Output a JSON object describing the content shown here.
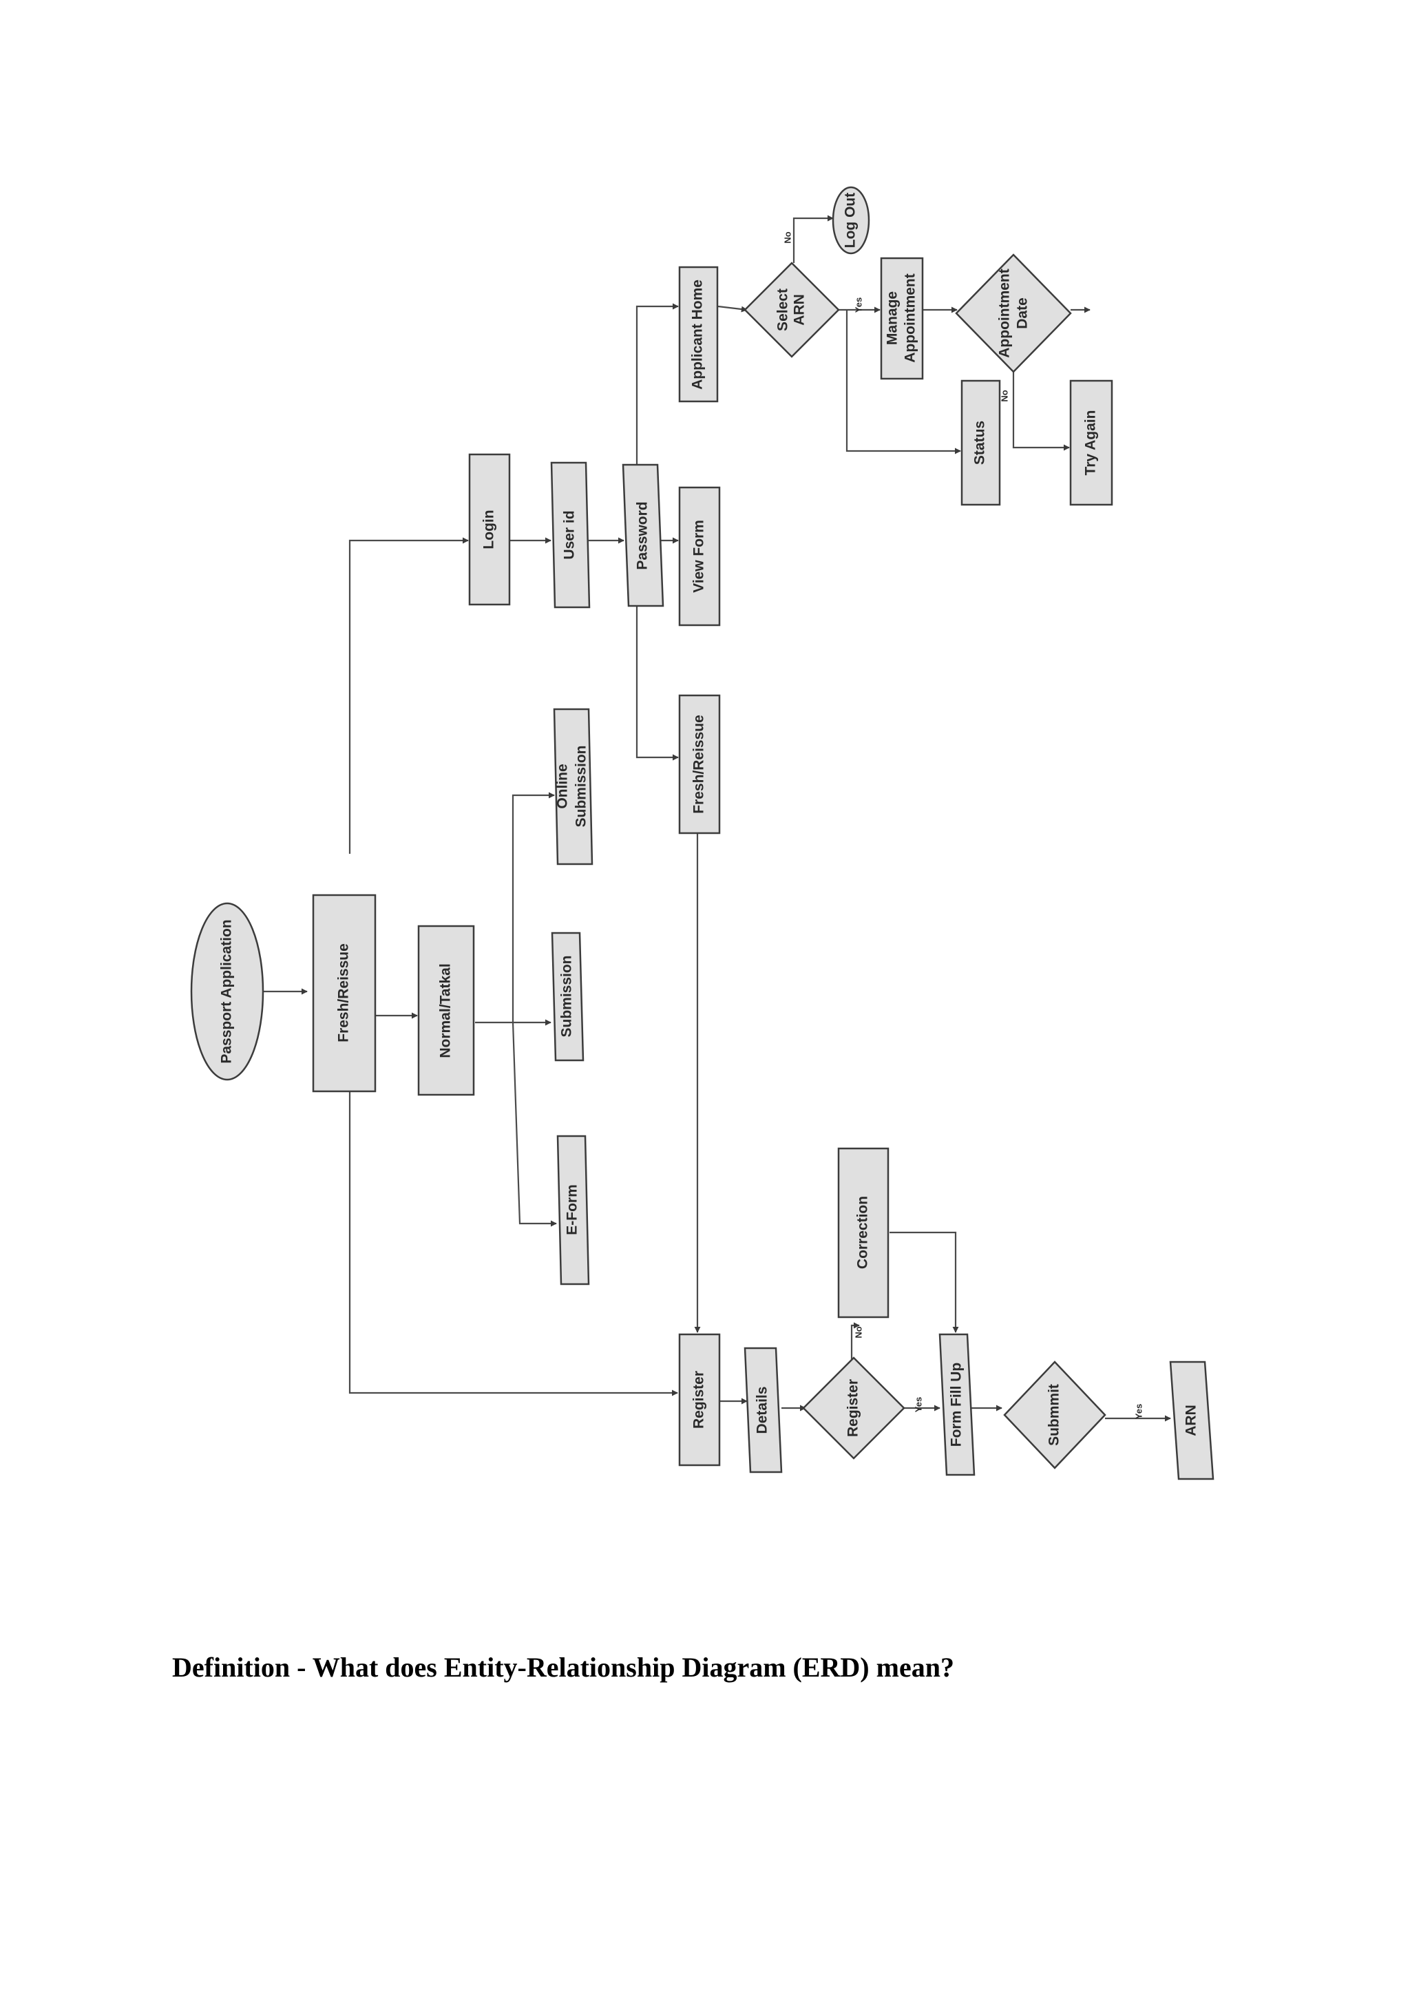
{
  "diagram": {
    "nodes": {
      "passport_application": "Passport Application",
      "fresh_reissue_main": "Fresh/Reissue",
      "normal_tatkal": "Normal/Tatkal",
      "e_form": "E-Form",
      "submission": "Submission",
      "online_submission": [
        "Online",
        "Submission"
      ],
      "login": "Login",
      "user_id": "User id",
      "password": "Password",
      "view_form": "View Form",
      "applicant_home": "Applicant Home",
      "select_arn": [
        "Select",
        "ARN"
      ],
      "log_out": "Log Out",
      "manage_appointment": [
        "Manage",
        "Appointment"
      ],
      "appointment_date": [
        "Appointment",
        "Date"
      ],
      "status": "Status",
      "try_again": "Try Again",
      "fresh_reissue_2": "Fresh/Reissue",
      "register": "Register",
      "details": "Details",
      "register_decision": "Register",
      "correction": "Correction",
      "form_fill_up": "Form Fill Up",
      "submmit": "Submmit",
      "arn": "ARN"
    },
    "edge_labels": {
      "select_arn_no": "No",
      "select_arn_yes": "Yes",
      "appointment_no": "No",
      "register_no": "No",
      "register_yes": "Yes",
      "submmit_yes": "Yes"
    }
  },
  "heading": "Definition - What does Entity-Relationship Diagram (ERD) mean?"
}
